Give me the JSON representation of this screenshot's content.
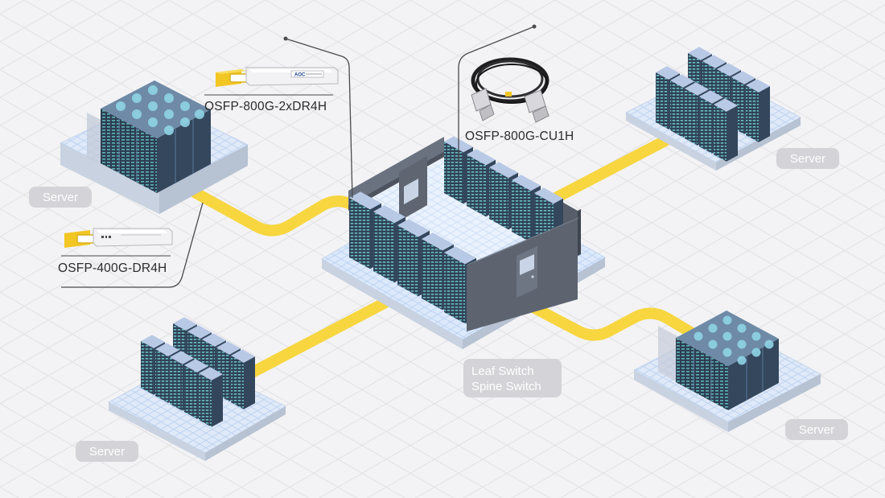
{
  "products": {
    "transceiver_800g": "OSFP-800G-2xDR4H",
    "cable_800g": "OSFP-800G-CU1H",
    "transceiver_400g": "OSFP-400G-DR4H"
  },
  "center": {
    "line1": "Leaf Switch",
    "line2": "Spine Switch"
  },
  "servers": {
    "top_left": "Server",
    "top_right": "Server",
    "bottom_left": "Server",
    "bottom_right": "Server"
  },
  "module_brand": "AOC",
  "colors": {
    "background": "#f3f3f5",
    "grid": "#e2e2e6",
    "link": "#f7d63f",
    "tag_bg": "#d3d3d8",
    "rack_body": "#3b4f66",
    "rack_front": "#4fa3a8",
    "floor": "#dce9fb",
    "wall": "#565d69"
  }
}
